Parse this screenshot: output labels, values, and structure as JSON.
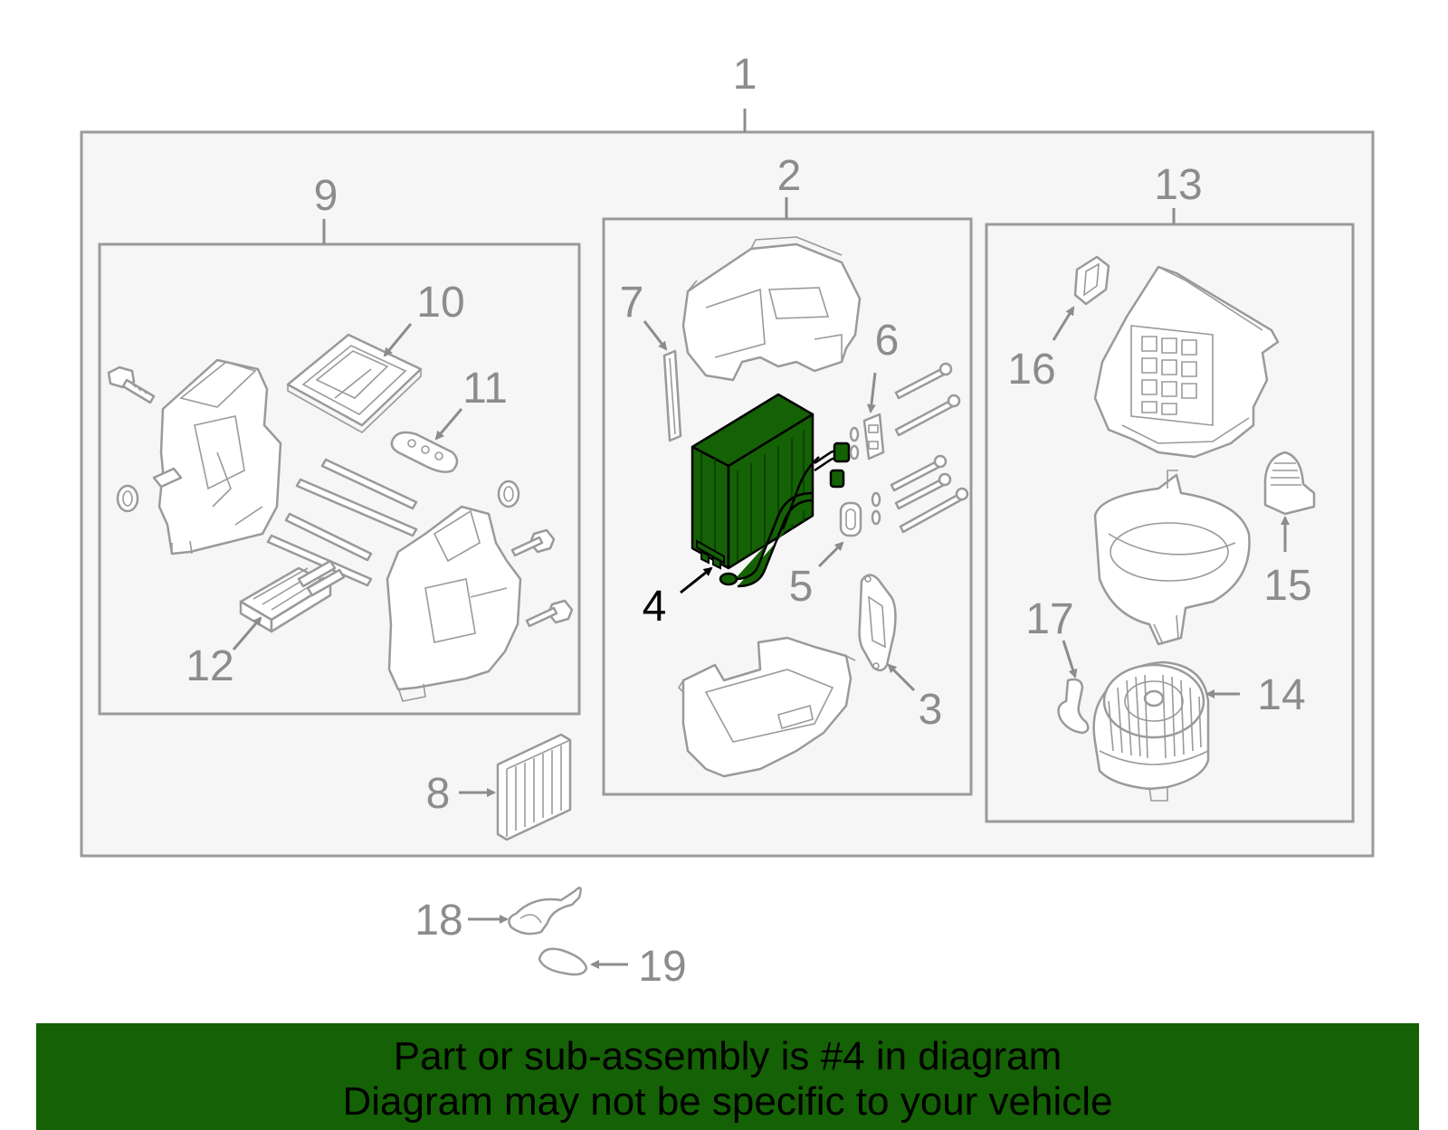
{
  "diagram": {
    "callouts": {
      "c1": "1",
      "c2": "2",
      "c3": "3",
      "c4": "4",
      "c5": "5",
      "c6": "6",
      "c7": "7",
      "c8": "8",
      "c9": "9",
      "c10": "10",
      "c11": "11",
      "c12": "12",
      "c13": "13",
      "c14": "14",
      "c15": "15",
      "c16": "16",
      "c17": "17",
      "c18": "18",
      "c19": "19"
    },
    "highlighted_part": "4",
    "highlight_color": "#156105",
    "line_color": "#9a9a9a",
    "panel_fill": "#f6f6f6"
  },
  "banner": {
    "line1": "Part or sub-assembly is #4 in diagram",
    "line2": "Diagram may not be specific to your vehicle",
    "background": "#156105"
  }
}
